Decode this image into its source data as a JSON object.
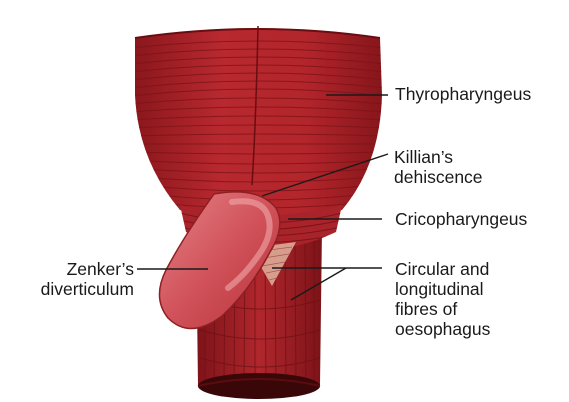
{
  "labels": {
    "thyropharyngeus": "Thyropharyngeus",
    "killians_dehiscence": [
      "Killian’s",
      "dehiscence"
    ],
    "cricopharyngeus": "Cricopharyngeus",
    "zenkers_diverticulum": [
      "Zenker’s",
      "diverticulum"
    ],
    "oesophagus_fibres": [
      "Circular and",
      "longitudinal",
      "fibres of",
      "oesophagus"
    ]
  },
  "colors": {
    "muscle_base": "#b3262c",
    "muscle_dark": "#7a1116",
    "muscle_fibre": "#8e1a20",
    "pouch": "#d65a60",
    "pouch_highlight": "#ec9a9d",
    "dehiscence": "#e8b8a8",
    "leader_line": "#1a1a1a",
    "label_text": "#1a1a1a"
  }
}
